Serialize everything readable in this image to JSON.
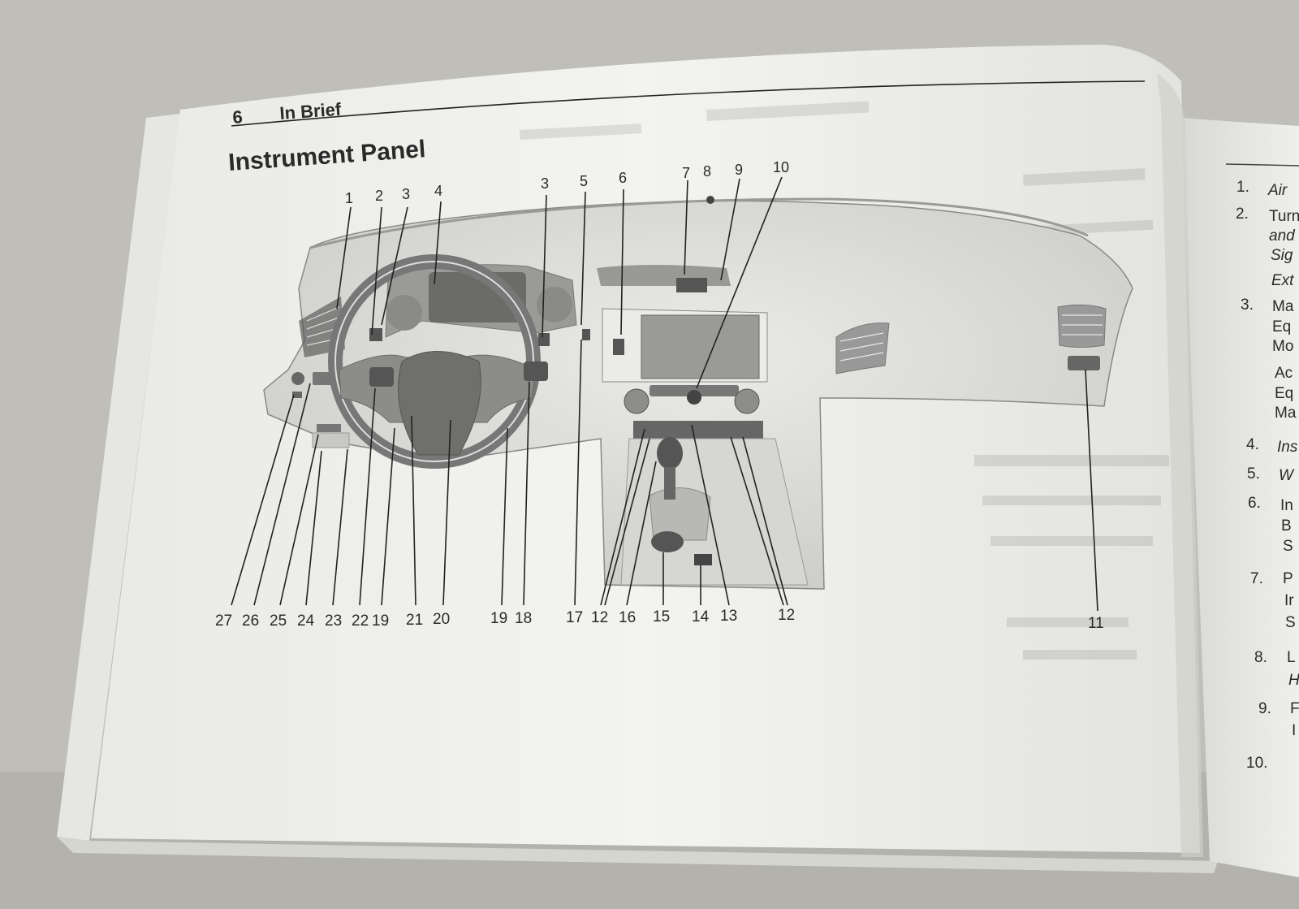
{
  "page": {
    "page_number": "6",
    "section": "In Brief",
    "heading": "Instrument Panel"
  },
  "callouts": {
    "top": [
      "1",
      "2",
      "3",
      "4",
      "3",
      "5",
      "6",
      "7",
      "8",
      "9",
      "10"
    ],
    "bottom": [
      "27",
      "26",
      "25",
      "24",
      "23",
      "22",
      "19",
      "21",
      "20",
      "19",
      "18",
      "17",
      "12",
      "16",
      "15",
      "14",
      "13",
      "12",
      "11"
    ]
  },
  "right_page": {
    "items": [
      {
        "num": "1.",
        "text": "Air"
      },
      {
        "num": "2.",
        "text": "Turn"
      },
      {
        "num": "",
        "text": "and"
      },
      {
        "num": "",
        "text": "Sig"
      },
      {
        "num": "",
        "text": "Ext"
      },
      {
        "num": "3.",
        "text": "Ma"
      },
      {
        "num": "",
        "text": "Eq"
      },
      {
        "num": "",
        "text": "Mo"
      },
      {
        "num": "",
        "text": "Ac"
      },
      {
        "num": "",
        "text": "Eq"
      },
      {
        "num": "",
        "text": "Ma"
      },
      {
        "num": "4.",
        "text": "Ins"
      },
      {
        "num": "5.",
        "text": "W"
      },
      {
        "num": "6.",
        "text": "In"
      },
      {
        "num": "",
        "text": "B"
      },
      {
        "num": "",
        "text": "S"
      },
      {
        "num": "7.",
        "text": "P"
      },
      {
        "num": "",
        "text": "Ir"
      },
      {
        "num": "",
        "text": "S"
      },
      {
        "num": "8.",
        "text": "L"
      },
      {
        "num": "",
        "text": "H"
      },
      {
        "num": "9.",
        "text": "F"
      },
      {
        "num": "",
        "text": "I"
      },
      {
        "num": "10.",
        "text": ""
      }
    ]
  },
  "colors": {
    "background": "#bdbcb6",
    "paper": "#f2f2ee",
    "ink": "#2a2a2a",
    "diagram_fill": "#e4e4e0"
  }
}
